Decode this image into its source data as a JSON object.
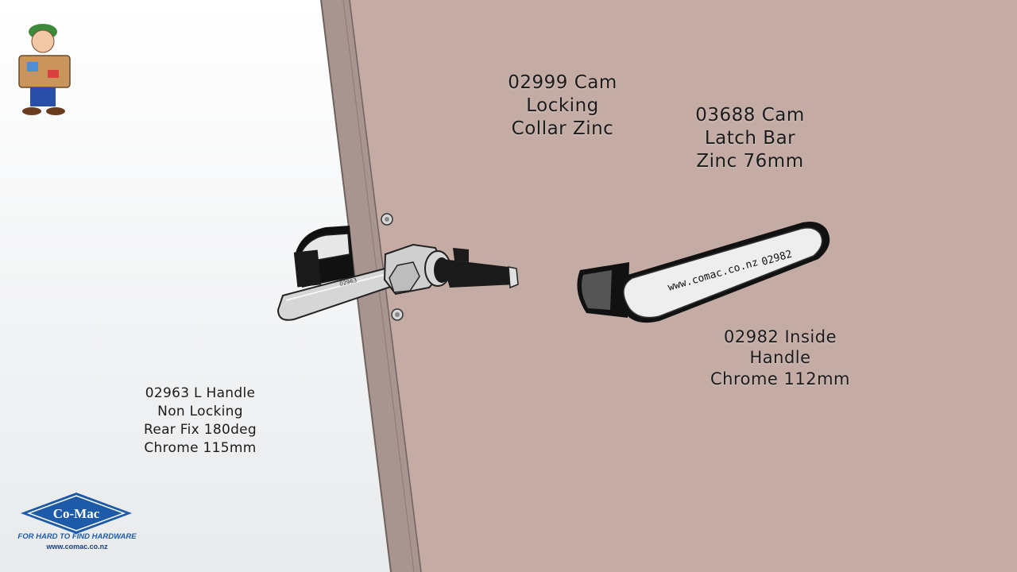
{
  "labels": {
    "collar": [
      "02999 Cam",
      "Locking",
      "Collar Zinc"
    ],
    "latch": [
      "03688 Cam",
      "Latch Bar",
      "Zinc 76mm"
    ],
    "inside": [
      "02982 Inside",
      "Handle",
      "Chrome 112mm"
    ],
    "lhandle": [
      "02963 L Handle",
      "Non Locking",
      "Rear Fix 180deg",
      "Chrome 115mm"
    ]
  },
  "handle_engraving": {
    "url": "www.comac.co.nz",
    "code": "02982"
  },
  "latch_bar_engraving": {
    "code": "02963"
  },
  "logo": {
    "name": "Co-Mac",
    "tagline": "FOR HARD TO FIND HARDWARE",
    "url": "www.comac.co.nz"
  },
  "colors": {
    "door": "#c4aca5",
    "door_edge": "#9a8883",
    "brand_blue": "#1d5aa8"
  }
}
